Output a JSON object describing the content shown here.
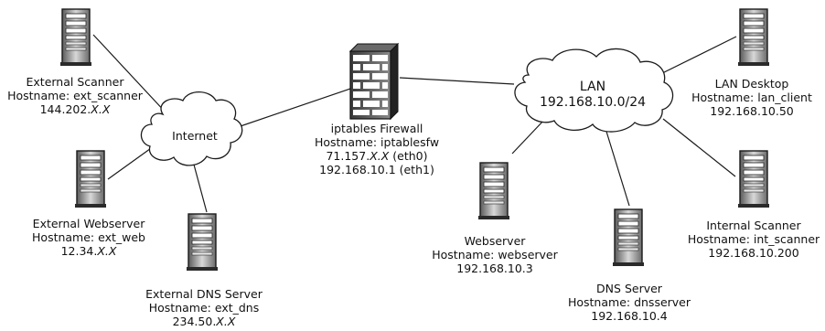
{
  "nodes": {
    "external_scanner": {
      "name": "External Scanner",
      "hostname": "Hostname: ext_scanner",
      "ip_prefix": "144.202.",
      "ip_mask": "X.X"
    },
    "external_webserver": {
      "name": "External Webserver",
      "hostname": "Hostname: ext_web",
      "ip_prefix": "12.34.",
      "ip_mask": "X.X"
    },
    "external_dns": {
      "name": "External DNS Server",
      "hostname": "Hostname: ext_dns",
      "ip_prefix": "234.50.",
      "ip_mask": "X.X"
    },
    "firewall": {
      "name": "iptables Firewall",
      "hostname": "Hostname: iptablesfw",
      "ip_prefix": "71.157.",
      "ip_mask": "X.X",
      "ip_suffix": " (eth0)",
      "ip2": "192.168.10.1 (eth1)"
    },
    "webserver": {
      "name": "Webserver",
      "hostname": "Hostname: webserver",
      "ip": "192.168.10.3"
    },
    "dns_server": {
      "name": "DNS Server",
      "hostname": "Hostname: dnsserver",
      "ip": "192.168.10.4"
    },
    "internal_scanner": {
      "name": "Internal Scanner",
      "hostname": "Hostname: int_scanner",
      "ip": "192.168.10.200"
    },
    "lan_desktop": {
      "name": "LAN Desktop",
      "hostname": "Hostname: lan_client",
      "ip": "192.168.10.50"
    }
  },
  "clouds": {
    "internet": {
      "label": "Internet"
    },
    "lan": {
      "label": "LAN",
      "subnet": "192.168.10.0/24"
    }
  }
}
